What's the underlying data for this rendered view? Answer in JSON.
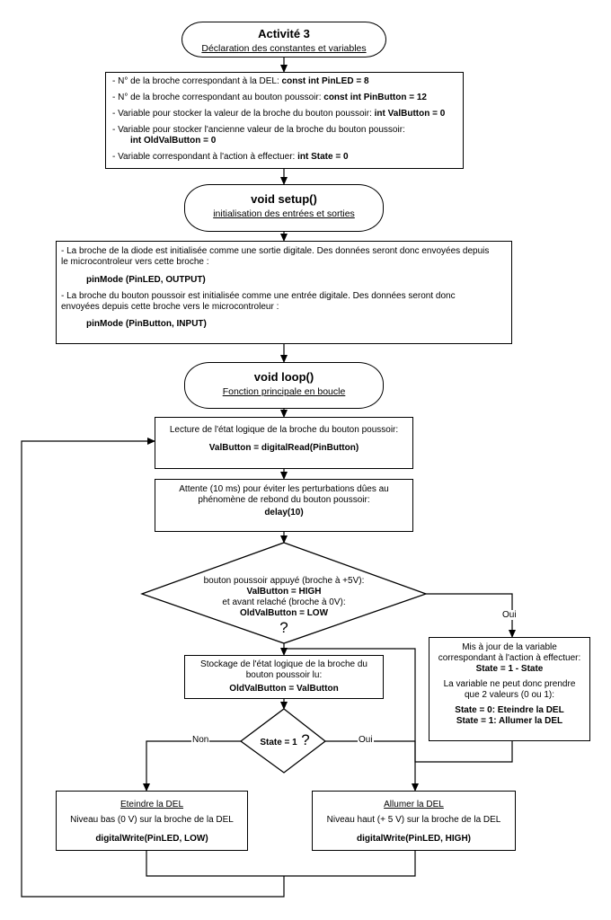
{
  "activity": {
    "title": "Activité 3",
    "subtitle": "Déclaration des constantes et variables"
  },
  "declarations": {
    "l1_text": "- N° de la broche correspondant à la DEL:  ",
    "l1_code": "const int PinLED = 8",
    "l2_text": "- N° de la broche correspondant au bouton poussoir: ",
    "l2_code": "const int PinButton = 12",
    "l3_text": "- Variable pour stocker la valeur de la broche du bouton poussoir: ",
    "l3_code": "int ValButton = 0",
    "l4_text": "- Variable pour stocker l'ancienne valeur de la broche du bouton poussoir:",
    "l4_code": "int OldValButton = 0",
    "l5_text": "- Variable correspondant à l'action à effectuer: ",
    "l5_code": "int State = 0"
  },
  "setup": {
    "title": "void setup()",
    "subtitle": "initialisation des entrées et sorties",
    "p1a": "- La broche de la diode est initialisée comme une sortie digitale. Des données seront donc envoyées depuis",
    "p1b": "le microcontroleur vers cette broche :",
    "code1": "pinMode (PinLED, OUTPUT)",
    "p2a": "- La broche du bouton poussoir est initialisée comme une entrée digitale. Des données seront donc",
    "p2b": "envoyées depuis cette broche vers le microcontroleur :",
    "code2": "pinMode (PinButton, INPUT)"
  },
  "loop": {
    "title": "void loop()",
    "subtitle": "Fonction principale en boucle"
  },
  "read": {
    "text": "Lecture de l'état logique de la broche du bouton poussoir:",
    "code": "ValButton = digitalRead(PinButton)"
  },
  "wait": {
    "l1": "Attente (10 ms) pour éviter les perturbations dûes au",
    "l2": "phénomène de rebond du bouton poussoir:",
    "code": "delay(10)"
  },
  "decision1": {
    "l1": "bouton poussoir appuyé (broche à +5V):",
    "l2": "ValButton = HIGH",
    "l3": "et avant relaché (broche à 0V):",
    "l4": "OldValButton = LOW",
    "q": "?"
  },
  "yes_label_1": "Oui",
  "toggle": {
    "l1": "Mis à jour de la variable",
    "l2": "correspondant à l'action à effectuer:",
    "l3": "State = 1 - State",
    "l4": "La variable ne peut donc prendre",
    "l5": "que 2 valeurs (0 ou 1):",
    "l6": "State = 0: Eteindre la DEL",
    "l7": "State = 1: Allumer la DEL"
  },
  "store": {
    "l1": "Stockage de l'état logique de la broche du",
    "l2": "bouton poussoir lu:",
    "code": "OldValButton = ValButton"
  },
  "decision2": {
    "text": "State = 1",
    "q": "?"
  },
  "no_label": "Non",
  "yes_label_2": "Oui",
  "off": {
    "title": "Eteindre la DEL",
    "text": "Niveau bas (0 V) sur la broche de la DEL",
    "code": "digitalWrite(PinLED, LOW)"
  },
  "on": {
    "title": "Allumer la DEL",
    "text": "Niveau haut (+ 5 V) sur la broche de la DEL",
    "code": "digitalWrite(PinLED, HIGH)"
  }
}
